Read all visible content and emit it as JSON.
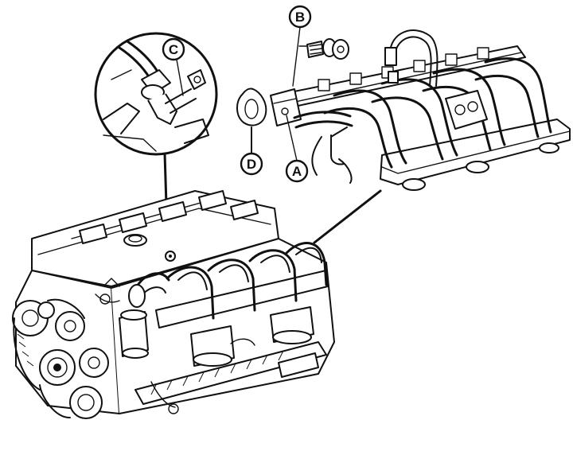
{
  "callouts": {
    "A": "A",
    "B": "B",
    "C": "C",
    "D": "D"
  },
  "colors": {
    "ink": "#111111",
    "paper": "#ffffff"
  }
}
